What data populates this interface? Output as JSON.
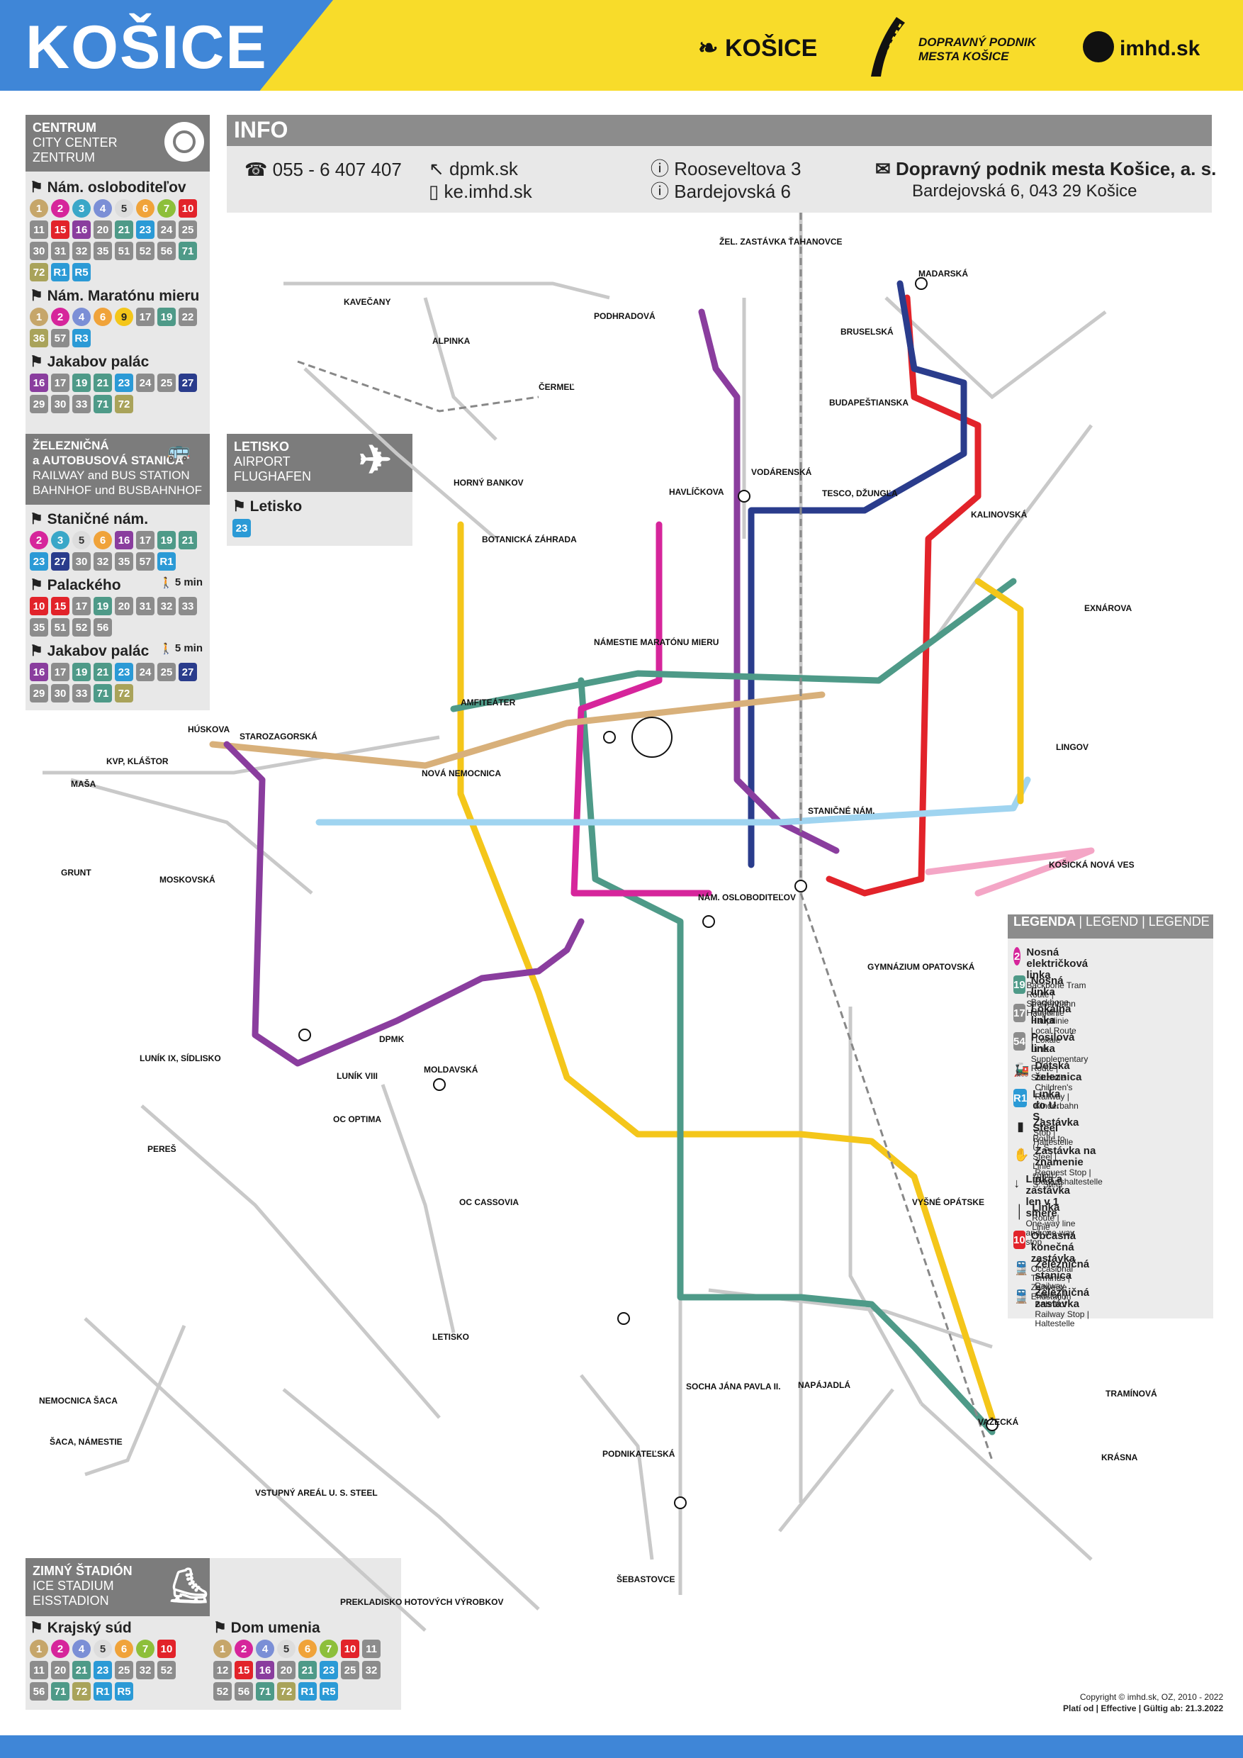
{
  "header": {
    "city": "KOŠICE",
    "logo_kosice": "KOŠICE",
    "logo_dpmk": "DOPRAVNÝ PODNIK MESTA KOŠICE",
    "logo_imhd": "imhd.sk"
  },
  "colors": {
    "header_yellow": "#f8dc2a",
    "header_blue": "#3f86d7",
    "tram_yellow": "#f4c61a",
    "tram_red": "#e2232a",
    "tram_blue": "#3aa7c8",
    "tram_purple": "#8a3d9e",
    "tram_teal": "#4e9a88",
    "tram_navy": "#2a3c8c",
    "tram_lightblue": "#9fd4f0",
    "tram_pink": "#f4a6c6",
    "tram_gold": "#d8b07a"
  },
  "info": {
    "title": "INFO",
    "phone": "055 - 6 407 407",
    "web1": "dpmk.sk",
    "web2": "ke.imhd.sk",
    "addr1": "Rooseveltova 3",
    "addr2": "Bardejovská 6",
    "company": "Dopravný podnik mesta Košice, a. s.",
    "company_addr": "Bardejovská 6, 043 29 Košice"
  },
  "centrum": {
    "title1": "CENTRUM",
    "title2": "CITY CENTER",
    "title3": "ZENTRUM",
    "stops": [
      {
        "name": "Nám. osloboditeľov",
        "lines": [
          "1",
          "2",
          "3",
          "4",
          "5",
          "6",
          "7",
          "10",
          "11",
          "15",
          "16",
          "20",
          "21",
          "23",
          "24",
          "25",
          "30",
          "31",
          "32",
          "35",
          "51",
          "52",
          "56",
          "71",
          "72",
          "R1",
          "R5"
        ]
      },
      {
        "name": "Nám. Maratónu mieru",
        "lines": [
          "1",
          "2",
          "4",
          "6",
          "9",
          "17",
          "19",
          "22",
          "36",
          "57",
          "R3"
        ]
      },
      {
        "name": "Jakabov palác",
        "lines": [
          "16",
          "17",
          "19",
          "21",
          "23",
          "24",
          "25",
          "27",
          "29",
          "30",
          "33",
          "71",
          "72"
        ]
      }
    ]
  },
  "railway": {
    "title1": "ŽELEZNIČNÁ",
    "title2": "a AUTOBUSOVÁ STANICA",
    "title3": "RAILWAY and BUS STATION",
    "title4": "BAHNHOF und BUSBAHNHOF",
    "stops": [
      {
        "name": "Staničné nám.",
        "walk": "",
        "lines": [
          "2",
          "3",
          "5",
          "6",
          "16",
          "17",
          "19",
          "21",
          "23",
          "27",
          "30",
          "32",
          "35",
          "57",
          "R1"
        ]
      },
      {
        "name": "Palackého",
        "walk": "5 min",
        "lines": [
          "10",
          "15",
          "17",
          "19",
          "20",
          "31",
          "32",
          "33",
          "35",
          "51",
          "52",
          "56"
        ]
      },
      {
        "name": "Jakabov palác",
        "walk": "5 min",
        "lines": [
          "16",
          "17",
          "19",
          "21",
          "23",
          "24",
          "25",
          "27",
          "29",
          "30",
          "33",
          "71",
          "72"
        ]
      }
    ]
  },
  "airport": {
    "title1": "LETISKO",
    "title2": "AIRPORT",
    "title3": "FLUGHAFEN",
    "stop": "Letisko",
    "lines": [
      "23"
    ]
  },
  "stadium": {
    "title1": "ZIMNÝ ŠTADIÓN",
    "title2": "ICE STADIUM",
    "title3": "EISSTADION",
    "stops": [
      {
        "name": "Krajský súd",
        "lines": [
          "1",
          "2",
          "4",
          "5",
          "6",
          "7",
          "10",
          "11",
          "20",
          "21",
          "23",
          "25",
          "32",
          "52",
          "56",
          "71",
          "72",
          "R1",
          "R5"
        ]
      },
      {
        "name": "Dom umenia",
        "lines": [
          "1",
          "2",
          "4",
          "5",
          "6",
          "7",
          "10",
          "11",
          "12",
          "15",
          "16",
          "20",
          "21",
          "23",
          "25",
          "32",
          "52",
          "56",
          "71",
          "72",
          "R1",
          "R5"
        ]
      }
    ]
  },
  "legend": {
    "title": "LEGENDA",
    "title_en": "LEGEND",
    "title_de": "LEGENDE",
    "items": [
      {
        "sym": "2",
        "t": "Nosná električková linka",
        "s": "Backbone Tram Route | Straßenbahn Hauptlinie"
      },
      {
        "sym": "19",
        "t": "Nosná linka",
        "s": "Backbone Route | Hauptlinie"
      },
      {
        "sym": "17",
        "t": "Lokálna linka",
        "s": "Local Route | Lokale Linie"
      },
      {
        "sym": "54",
        "t": "Posilová linka",
        "s": "Supplementary Route | Stützlinie"
      },
      {
        "sym": "",
        "t": "Detská železnica",
        "s": "Children's Railway | Kinderbahn"
      },
      {
        "sym": "R1",
        "t": "Linka do U. S. Steel",
        "s": "Route to U. S. Steel | Linie zum U. S. Steel"
      },
      {
        "sym": "",
        "t": "Zastávka",
        "s": "Stop | Haltestelle"
      },
      {
        "sym": "",
        "t": "Zastávka na znamenie",
        "s": "Request Stop | Bedarfshaltestelle"
      },
      {
        "sym": "",
        "t": "Linka a zastávka len v 1 smere",
        "s": "One-way line and one-way stop"
      },
      {
        "sym": "",
        "t": "Linka",
        "s": "Route | Linie"
      },
      {
        "sym": "10",
        "t": "Občasná konečná zastávka",
        "s": "Occasional Terminus | Zeitweise Endstation"
      },
      {
        "sym": "",
        "t": "Železničná stanica",
        "s": "Railway Station | Bahnhof"
      },
      {
        "sym": "",
        "t": "Železničná zastávka",
        "s": "Railway Stop | Haltestelle"
      }
    ]
  },
  "map_labels": {
    "center": [
      "NÁM. OSLOBODITEĽOV",
      "NÁMESTIE MARATÓNU MIERU",
      "STANIČNÉ NÁM.",
      "AMFITEÁTER",
      "NOVÁ NEMOCNICA",
      "MOLDAVSKÁ",
      "DPMK",
      "OC OPTIMA",
      "OC CASSOVIA"
    ],
    "north": [
      "KAVEČANY",
      "ALPINKA",
      "ČERMEĽ",
      "HORNÝ BANKOV",
      "BOTANICKÁ ZÁHRADA",
      "HAVLÍČKOVA",
      "PODHRADOVÁ",
      "ŽEL. ZASTÁVKA ŤAHANOVCE",
      "MADARSKÁ",
      "BRUSELSKÁ",
      "BUDAPEŠTIANSKA",
      "VODÁRENSKÁ",
      "TESCO, DŽUNGĽA",
      "KALINOVSKÁ",
      "EXNÁROVA"
    ],
    "west": [
      "KVP, KLÁŠTOR",
      "HÚSKOVA",
      "STAROZAGORSKÁ",
      "MAŠA",
      "GRUNT",
      "MOSKOVSKÁ",
      "LUNÍK IX, SÍDLISKO",
      "LUNÍK VIII",
      "PEREŠ"
    ],
    "south": [
      "LETISKO",
      "NEMOCNICA ŠACA",
      "ŠACA, NÁMESTIE",
      "VSTUPNÝ AREÁL U. S. STEEL",
      "PREKLADISKO HOTOVÝCH VÝROBKOV",
      "PODNIKATEĽSKÁ",
      "ŠEBASTOVCE",
      "SOCHA JÁNA PAVLA II.",
      "VAŽECKÁ",
      "NAPÁJADLÁ",
      "GYMNÁZIUM OPATOVSKÁ",
      "VYŠNÉ OPÁTSKE",
      "LINGOV",
      "KOŠICKÁ NOVÁ VES",
      "TRAMÍNOVÁ",
      "KRÁSNA"
    ]
  },
  "copyright": {
    "line1": "Copyright © imhd.sk, OZ, 2010 - 2022",
    "line2": "Platí od | Effective | Gültig ab: 21.3.2022"
  }
}
